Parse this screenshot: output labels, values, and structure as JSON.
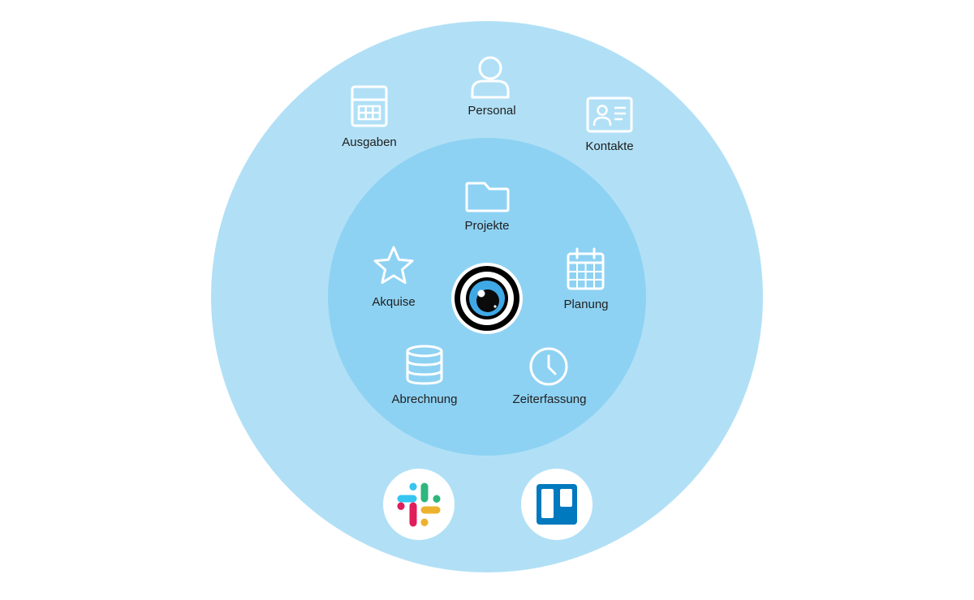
{
  "diagram": {
    "colors": {
      "outer_ring": "#b1e0f6",
      "inner_ring": "#8ed2f3",
      "icon_stroke": "#ffffff",
      "label_text": "#1f1f1f",
      "eye_iris": "#3fa9e6",
      "eye_ring": "#000000"
    },
    "center": {
      "icon": "eye-logo-icon"
    },
    "outer_modules": [
      {
        "key": "personal",
        "label": "Personal",
        "icon": "person-icon"
      },
      {
        "key": "ausgaben",
        "label": "Ausgaben",
        "icon": "calculator-icon"
      },
      {
        "key": "kontakte",
        "label": "Kontakte",
        "icon": "contact-card-icon"
      }
    ],
    "inner_modules": [
      {
        "key": "projekte",
        "label": "Projekte",
        "icon": "folder-icon"
      },
      {
        "key": "akquise",
        "label": "Akquise",
        "icon": "star-icon"
      },
      {
        "key": "planung",
        "label": "Planung",
        "icon": "calendar-icon"
      },
      {
        "key": "abrechnung",
        "label": "Abrechnung",
        "icon": "database-icon"
      },
      {
        "key": "zeiterfassung",
        "label": "Zeiterfassung",
        "icon": "clock-icon"
      }
    ],
    "integrations": [
      {
        "key": "slack",
        "icon": "slack-logo-icon"
      },
      {
        "key": "trello",
        "icon": "trello-logo-icon"
      }
    ]
  }
}
